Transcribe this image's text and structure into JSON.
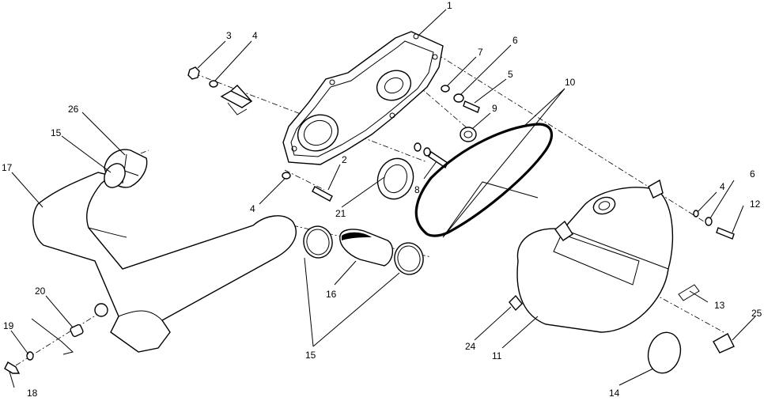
{
  "callouts": [
    {
      "id": "c1",
      "text": "1"
    },
    {
      "id": "c2",
      "text": "2"
    },
    {
      "id": "c3",
      "text": "3"
    },
    {
      "id": "c4a",
      "text": "4"
    },
    {
      "id": "c4b",
      "text": "4"
    },
    {
      "id": "c4c",
      "text": "4"
    },
    {
      "id": "c5",
      "text": "5"
    },
    {
      "id": "c6a",
      "text": "6"
    },
    {
      "id": "c6b",
      "text": "6"
    },
    {
      "id": "c7",
      "text": "7"
    },
    {
      "id": "c8",
      "text": "8"
    },
    {
      "id": "c9",
      "text": "9"
    },
    {
      "id": "c10",
      "text": "10"
    },
    {
      "id": "c11",
      "text": "11"
    },
    {
      "id": "c12",
      "text": "12"
    },
    {
      "id": "c13",
      "text": "13"
    },
    {
      "id": "c14",
      "text": "14"
    },
    {
      "id": "c15a",
      "text": "15"
    },
    {
      "id": "c15b",
      "text": "15"
    },
    {
      "id": "c16",
      "text": "16"
    },
    {
      "id": "c17",
      "text": "17"
    },
    {
      "id": "c18",
      "text": "18"
    },
    {
      "id": "c19",
      "text": "19"
    },
    {
      "id": "c20",
      "text": "20"
    },
    {
      "id": "c21",
      "text": "21"
    },
    {
      "id": "c24",
      "text": "24"
    },
    {
      "id": "c25",
      "text": "25"
    },
    {
      "id": "c26",
      "text": "26"
    }
  ]
}
